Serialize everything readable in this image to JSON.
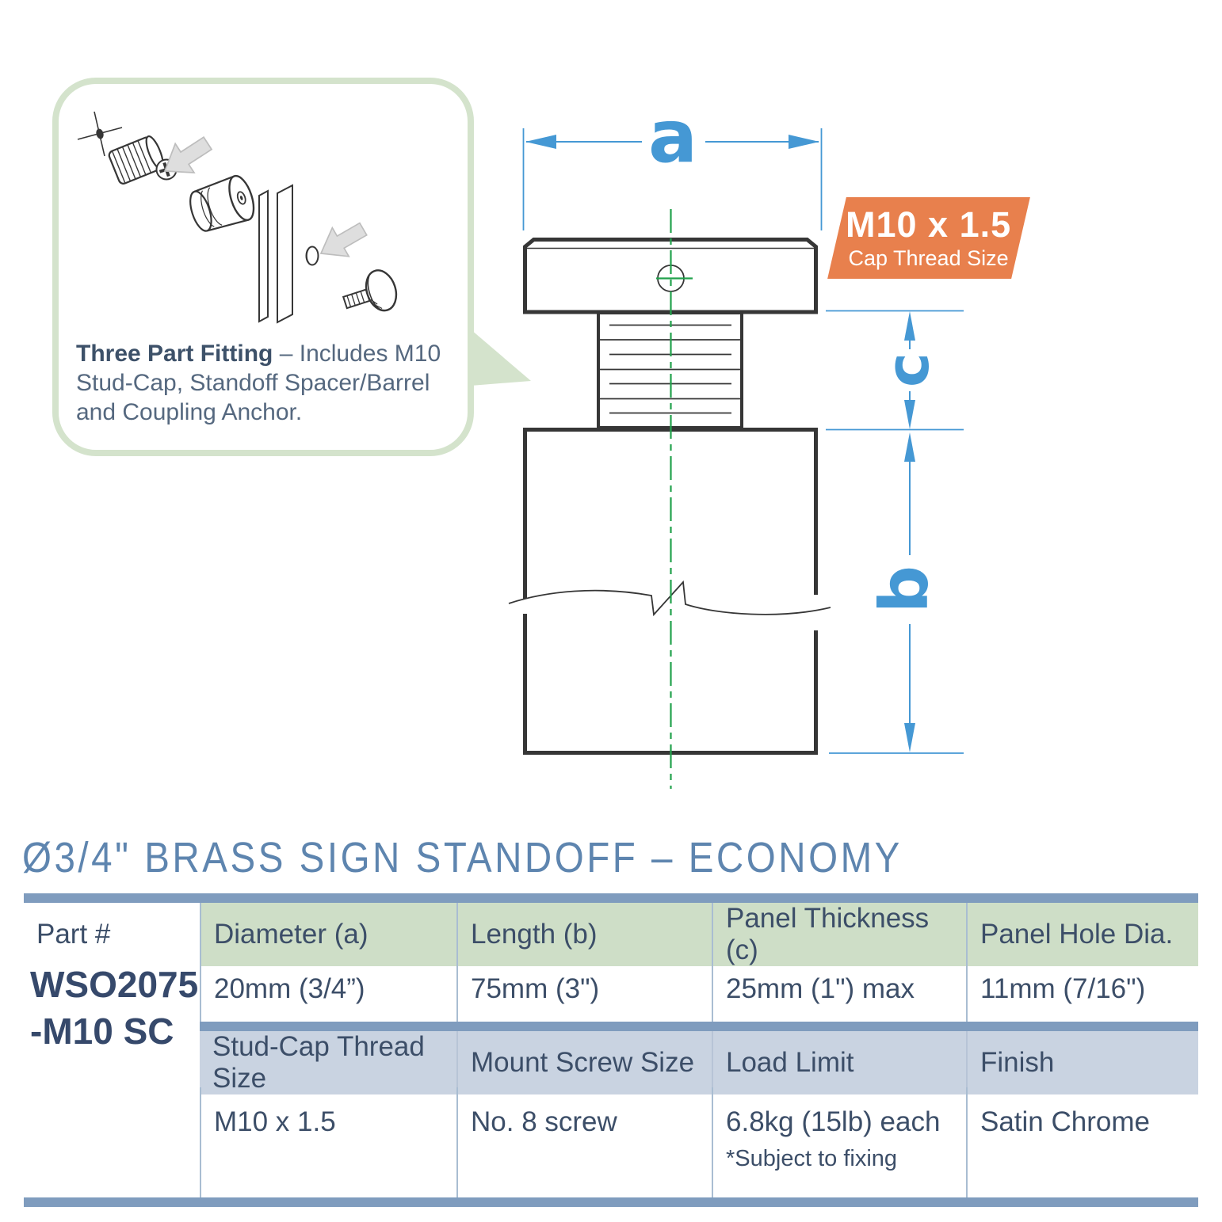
{
  "callout": {
    "heading": "Three Part Fitting",
    "dash": "–",
    "body": "Includes M10 Stud-Cap, Standoff Spacer/Barrel and Coupling Anchor."
  },
  "drawing": {
    "labels": {
      "a": "a",
      "b": "b",
      "c": "c"
    }
  },
  "badge": {
    "line1": "M10 x 1.5",
    "line2": "Cap Thread Size"
  },
  "title": "Ø3/4\" BRASS SIGN STANDOFF – ECONOMY",
  "table": {
    "header_row1": [
      "Part #",
      "Diameter (a)",
      "Length (b)",
      "Panel Thickness (c)",
      "Panel Hole Dia."
    ],
    "part_number": [
      "WSO2075",
      "-M10 SC"
    ],
    "data_row1": [
      "20mm (3/4”)",
      "75mm (3\")",
      "25mm (1\") max",
      "11mm (7/16\")"
    ],
    "header_row2": [
      "Stud-Cap Thread Size",
      "Mount Screw Size",
      "Load Limit",
      "Finish"
    ],
    "data_row2": [
      "M10 x 1.5",
      "No. 8 screw",
      "6.8kg (15lb) each",
      "Satin Chrome"
    ],
    "data_row2_note": "*Subject to fixing"
  },
  "colors": {
    "dimension_blue": "#4598d4",
    "centerline_green": "#22a24c",
    "badge_orange": "#e8804d",
    "title_blue": "#5e85af",
    "table_text_navy": "#3c4e68",
    "header_green_bg": "#cedec7",
    "header_blue_bg": "#c9d3e1",
    "table_bar_blue": "#7f9cbe",
    "callout_green": "#d4e3cc",
    "line_dark": "#363636"
  }
}
